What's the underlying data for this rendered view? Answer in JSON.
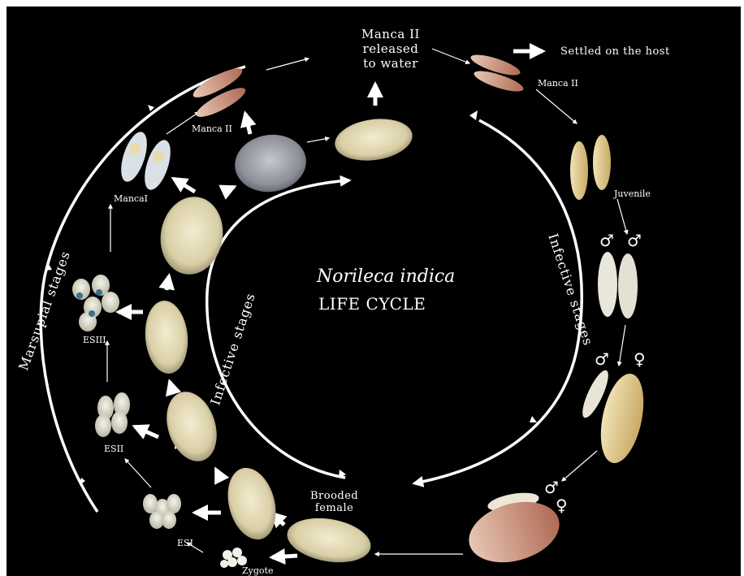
{
  "diagram": {
    "title_species": "Norileca indica",
    "title_cycle": "LIFE CYCLE",
    "labels": {
      "manca2_released": [
        "Manca II",
        "released",
        "to water"
      ],
      "settled": "Settled on the host",
      "manca2_right": "Manca II",
      "manca2_left": "Manca II",
      "juvenile": "Juvenile",
      "manca1": "MancaI",
      "esiii": "ESIII",
      "esii": "ESII",
      "esi": "ESI",
      "zygote": "Zygote",
      "brooded_female": [
        "Brooded",
        "female"
      ]
    },
    "stage_groups": {
      "marsupial": "Marsupial stages",
      "infective_right": "Infective stages",
      "infective_left": "Infective stages"
    },
    "symbols": {
      "male": "♂",
      "female": "♀"
    },
    "colors": {
      "background": "#000000",
      "text": "#ffffff",
      "arrows": "#ffffff",
      "specimen_cream": "#e9e2c2",
      "specimen_pink": "#c98a7a"
    }
  }
}
